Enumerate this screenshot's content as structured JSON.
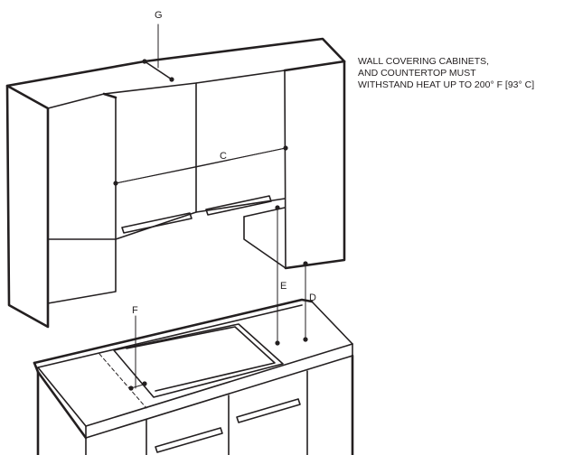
{
  "labels": {
    "c": "C",
    "d": "D",
    "e": "E",
    "f": "F",
    "g": "G"
  },
  "note": {
    "line1": "WALL COVERING CABINETS,",
    "line2": "AND COUNTERTOP MUST",
    "line3": "WITHSTAND HEAT UP TO 200° F [93° C]"
  }
}
